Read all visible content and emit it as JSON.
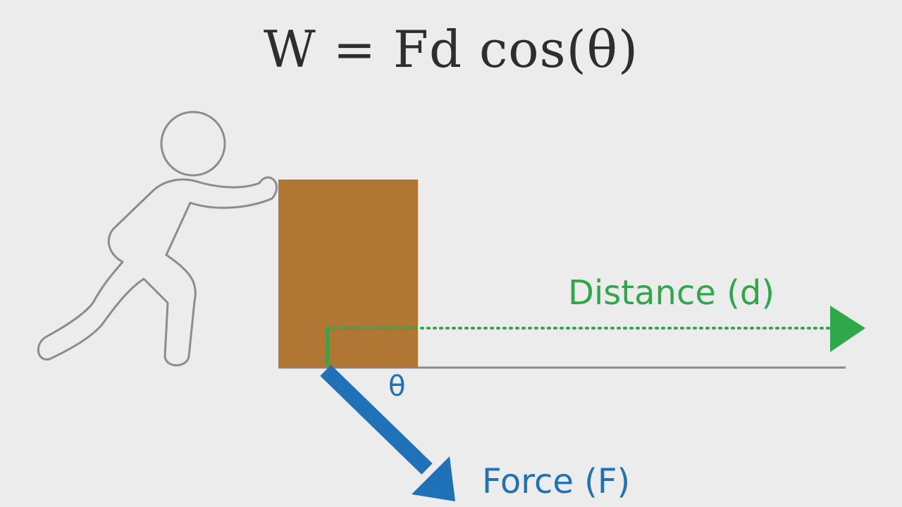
{
  "formula": "W = Fd cos(θ)",
  "labels": {
    "distance": "Distance (d)",
    "force": "Force (F)",
    "angle": "θ"
  },
  "colors": {
    "background": "#ececec",
    "formula": "#2e2e2e",
    "box": "#b07634",
    "person_outline": "#8c8c8c",
    "ground": "#8a8a8a",
    "distance": "#2fa84a",
    "force": "#1f72b8",
    "angle": "#1f72b8"
  }
}
